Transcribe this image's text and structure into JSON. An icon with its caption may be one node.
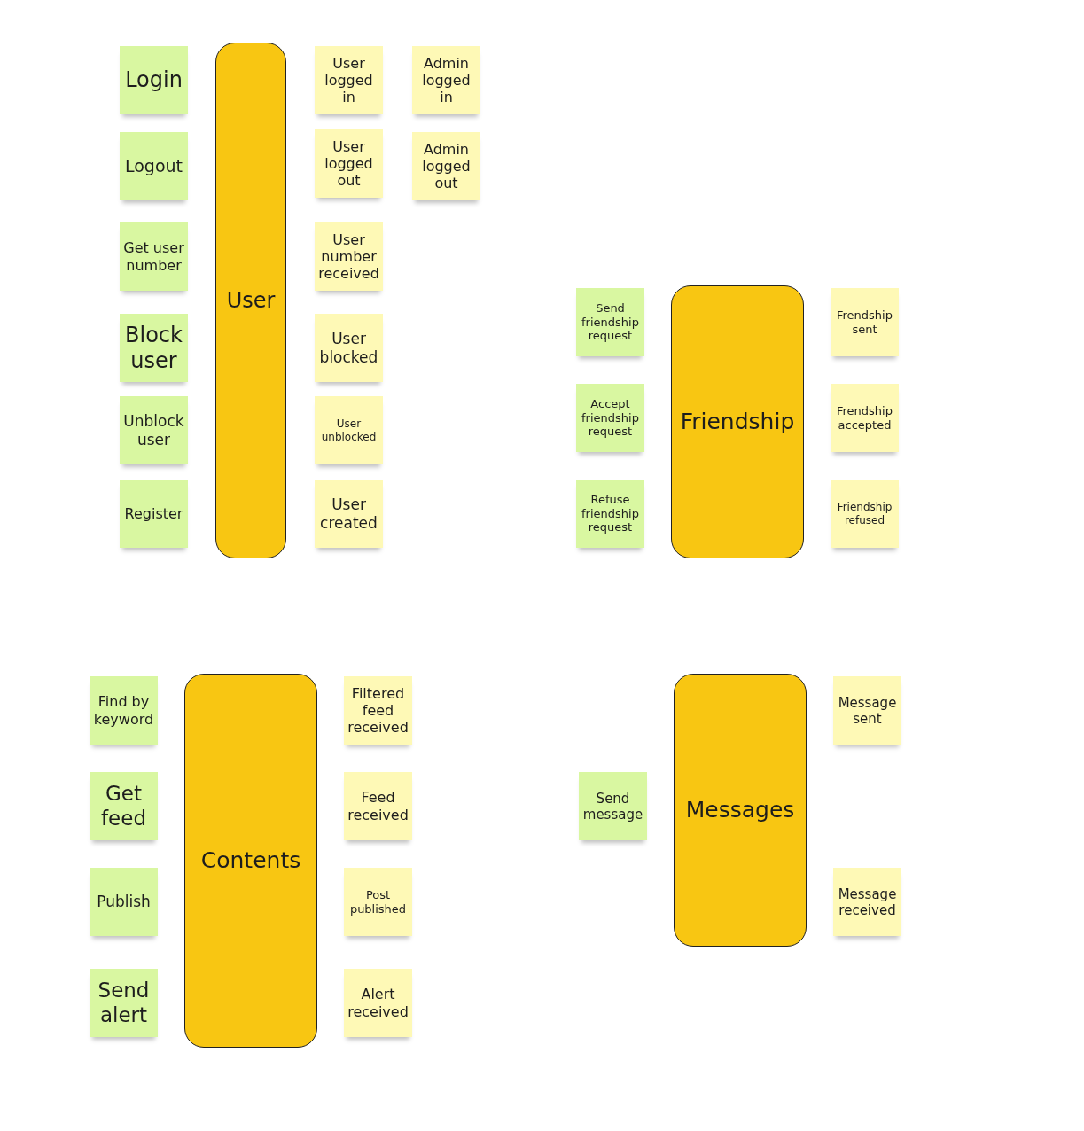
{
  "diagram": {
    "nodes": [
      {
        "text": [
          "Login"
        ]
      },
      {
        "text": [
          "Logout"
        ]
      },
      {
        "text": [
          "Get user number"
        ]
      },
      {
        "text": [
          "Block user"
        ]
      },
      {
        "text": [
          "Unblock user"
        ]
      },
      {
        "text": [
          "Register"
        ]
      },
      {
        "text": [
          "User"
        ]
      },
      {
        "text": [
          "User logged in"
        ]
      },
      {
        "text": [
          "Admin logged in"
        ]
      },
      {
        "text": [
          "User logged out"
        ]
      },
      {
        "text": [
          "Admin logged out"
        ]
      },
      {
        "text": [
          "User number received"
        ]
      },
      {
        "text": [
          "User blocked"
        ]
      },
      {
        "text": [
          "User unblocked"
        ]
      },
      {
        "text": [
          "User created"
        ]
      },
      {
        "text": [
          "Send friendship request"
        ]
      },
      {
        "text": [
          "Accept friendship request"
        ]
      },
      {
        "text": [
          "Refuse friendship request"
        ]
      },
      {
        "text": [
          "Friendship"
        ]
      },
      {
        "text": [
          "Frendship sent"
        ]
      },
      {
        "text": [
          "Frendship accepted"
        ]
      },
      {
        "text": [
          "Friendship refused"
        ]
      },
      {
        "text": [
          "Find by keyword"
        ]
      },
      {
        "text": [
          "Get feed"
        ]
      },
      {
        "text": [
          "Publish"
        ]
      },
      {
        "text": [
          "Send alert"
        ]
      },
      {
        "text": [
          "Contents"
        ]
      },
      {
        "text": [
          "Filtered feed received"
        ]
      },
      {
        "text": [
          "Feed received"
        ]
      },
      {
        "text": [
          "Post published"
        ]
      },
      {
        "text": [
          "Alert received"
        ]
      },
      {
        "text": [
          "Send message"
        ]
      },
      {
        "text": [
          "Messages"
        ]
      },
      {
        "text": [
          "Message sent"
        ]
      },
      {
        "text": [
          "Message received"
        ]
      }
    ]
  }
}
